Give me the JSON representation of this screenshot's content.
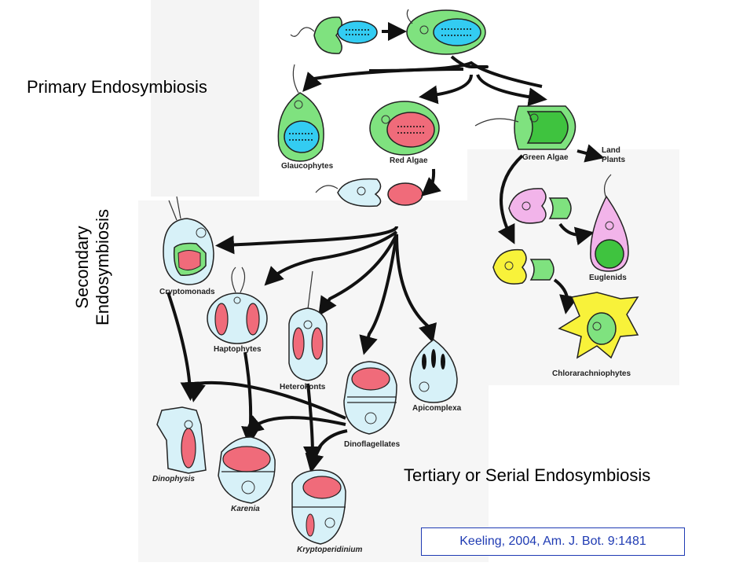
{
  "titles": {
    "primary": "Primary Endosymbiosis",
    "secondary_line1": "Secondary",
    "secondary_line2": "Endosymbiosis",
    "tertiary": "Tertiary or Serial Endosymbiosis"
  },
  "citation": "Keeling, 2004, Am. J. Bot. 9:1481",
  "labels": {
    "glaucophytes": "Glaucophytes",
    "red_algae": "Red Algae",
    "green_algae": "Green Algae",
    "land_plants_1": "Land",
    "land_plants_2": "Plants",
    "euglenids": "Euglenids",
    "chlorarachniophytes": "Chlorarachniophytes",
    "cryptomonads": "Cryptomonads",
    "haptophytes": "Haptophytes",
    "heterokonts": "Heterokonts",
    "apicomplexa": "Apicomplexa",
    "dinoflagellates": "Dinoflagellates",
    "dinophysis": "Dinophysis",
    "karenia": "Karenia",
    "kryptoperidinium": "Kryptoperidinium"
  },
  "colors": {
    "host_green": "#7fe27f",
    "cyanobacterium_blue": "#33ccf2",
    "red_plastid": "#f06b7a",
    "green_plastid": "#3fc33f",
    "pale_blue_host": "#d7f1f8",
    "pink_host": "#f2b4ea",
    "yellow_host": "#f8f23a",
    "citation_blue": "#1f3bb3"
  }
}
